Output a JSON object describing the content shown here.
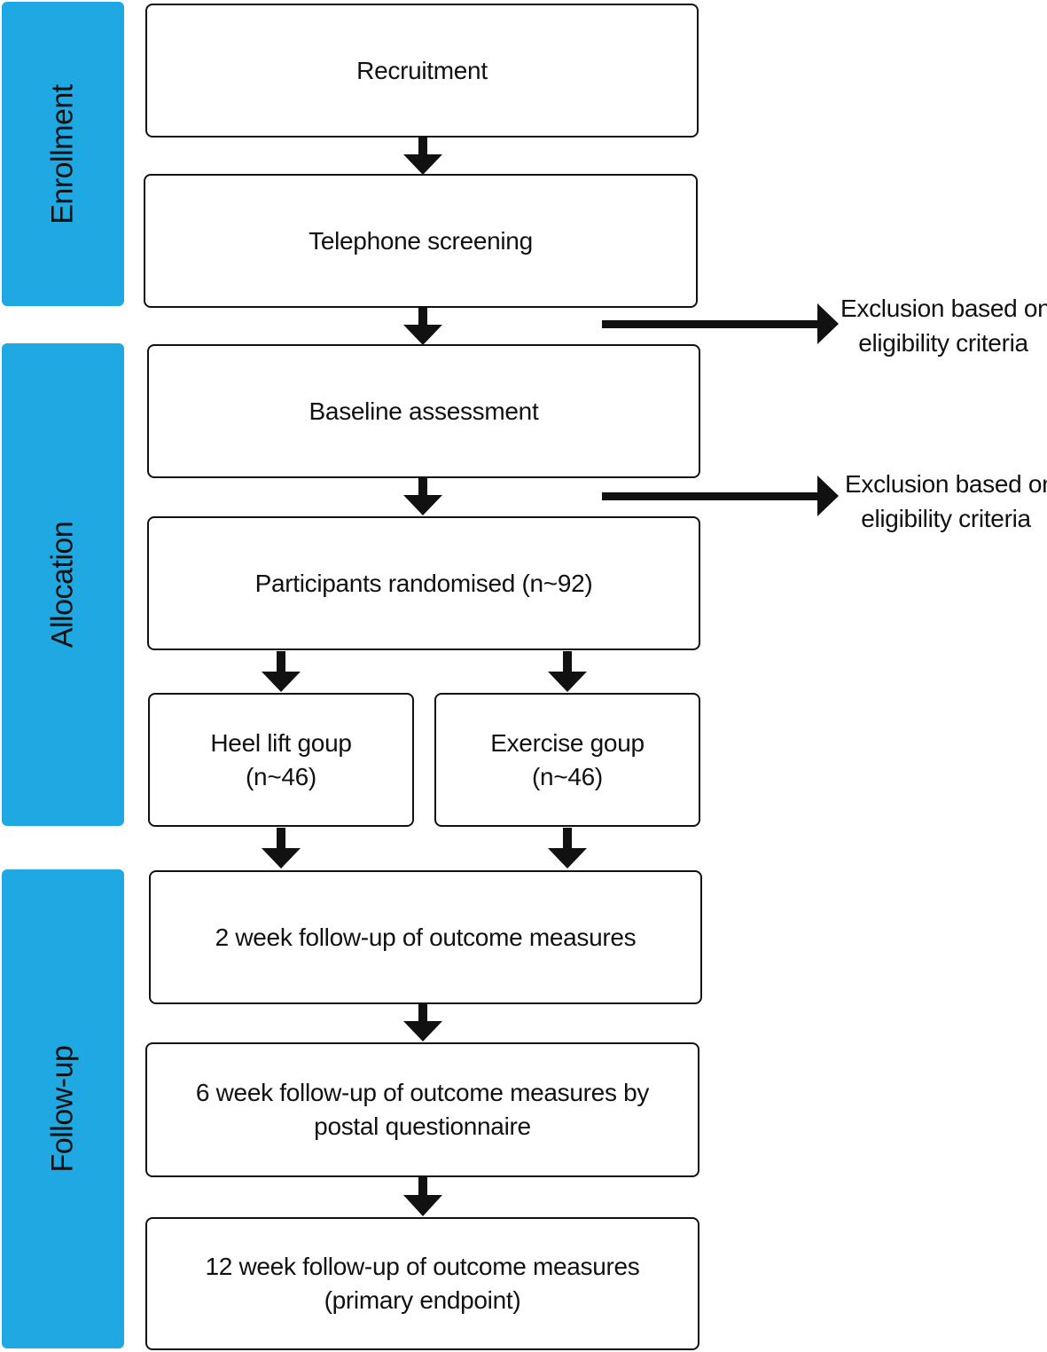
{
  "phases": {
    "enrollment": "Enrollment",
    "allocation": "Allocation",
    "followup": "Follow-up"
  },
  "boxes": {
    "recruitment": "Recruitment",
    "telephone_screening": "Telephone screening",
    "baseline_assessment": "Baseline assessment",
    "randomised": "Participants randomised (n~92)",
    "heel_lift": {
      "line1": "Heel lift goup",
      "line2": "(n~46)"
    },
    "exercise": {
      "line1": "Exercise goup",
      "line2": "(n~46)"
    },
    "week2": "2 week follow-up of outcome measures",
    "week6": {
      "line1": "6 week follow-up of outcome measures by",
      "line2": "postal questionnaire"
    },
    "week12": {
      "line1": "12 week follow-up of outcome measures",
      "line2": "(primary endpoint)"
    }
  },
  "exclusions": [
    {
      "line1": "Exclusion based on",
      "line2": "eligibility criteria"
    },
    {
      "line1": "Exclusion based on",
      "line2": "eligibility criteria"
    }
  ],
  "colors": {
    "phase_fill": "#1fa8e2",
    "ink": "#111111"
  }
}
